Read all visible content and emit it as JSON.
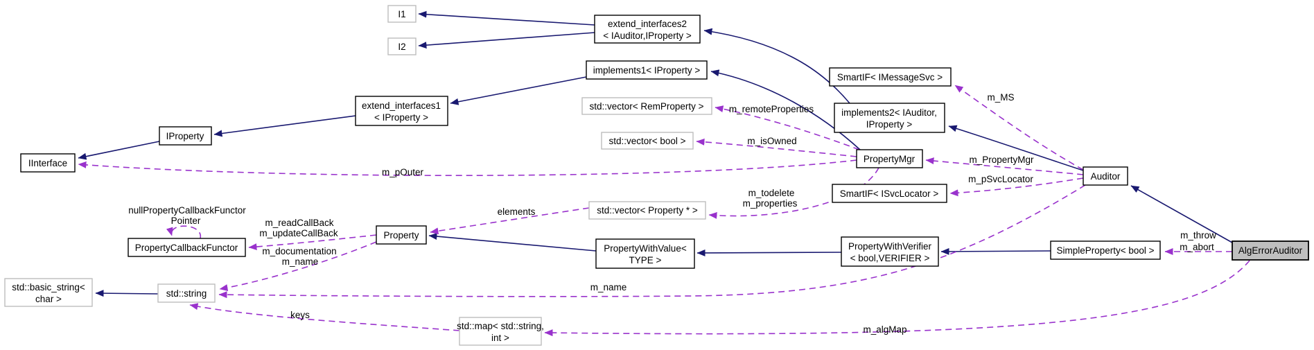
{
  "diagram": {
    "kind": "doxygen-collaboration-graph",
    "focus_class": "AlgErrorAuditor",
    "colors": {
      "inheritance_edge": "#191970",
      "usage_edge": "#9932CC",
      "linked_node_border": "#000000",
      "external_node_border": "#BDBDBD",
      "focus_node_fill": "#BFBFBF",
      "background": "#FFFFFF"
    },
    "nodes": {
      "i1": {
        "line1": "I1"
      },
      "i2": {
        "line1": "I2"
      },
      "extend_interfaces2": {
        "line1": "extend_interfaces2",
        "line2": "< IAuditor,IProperty >"
      },
      "implements1": {
        "line1": "implements1< IProperty >"
      },
      "extend_interfaces1": {
        "line1": "extend_interfaces1",
        "line2": "< IProperty >"
      },
      "iproperty": {
        "line1": "IProperty"
      },
      "iinterface": {
        "line1": "IInterface"
      },
      "vector_remproperty": {
        "line1": "std::vector< RemProperty >"
      },
      "vector_bool": {
        "line1": "std::vector< bool >"
      },
      "smartif_imessagesvc": {
        "line1": "SmartIF< IMessageSvc >"
      },
      "implements2": {
        "line1": "implements2< IAuditor,",
        "line2": "IProperty >"
      },
      "propertymgr": {
        "line1": "PropertyMgr"
      },
      "smartif_isvclocator": {
        "line1": "SmartIF< ISvcLocator >"
      },
      "auditor": {
        "line1": "Auditor"
      },
      "propertycallbackfunctor": {
        "line1": "PropertyCallbackFunctor"
      },
      "property": {
        "line1": "Property"
      },
      "vector_property_ptr": {
        "line1": "std::vector< Property * >"
      },
      "propertywithvalue": {
        "line1": "PropertyWithValue<",
        "line2": "TYPE >"
      },
      "propertywithverifier": {
        "line1": "PropertyWithVerifier",
        "line2": "< bool,VERIFIER >"
      },
      "simpleproperty": {
        "line1": "SimpleProperty< bool >"
      },
      "algerrorauditor": {
        "line1": "AlgErrorAuditor"
      },
      "basic_string": {
        "line1": "std::basic_string<",
        "line2": "char >"
      },
      "std_string": {
        "line1": "std::string"
      },
      "std_map": {
        "line1": "std::map< std::string,",
        "line2": "int >"
      }
    },
    "edge_labels": {
      "m_ms": "m_MS",
      "m_remoteproperties": "m_remoteProperties",
      "m_isowned": "m_isOwned",
      "m_pouter": "m_pOuter",
      "m_propertymgr": "m_PropertyMgr",
      "m_psvclocator": "m_pSvcLocator",
      "m_todelete": "m_todelete",
      "m_properties": "m_properties",
      "elements": "elements",
      "nullfunctor_line1": "nullPropertyCallbackFunctor",
      "nullfunctor_line2": "Pointer",
      "m_readcallback": "m_readCallBack",
      "m_updatecallback": "m_updateCallBack",
      "m_documentation": "m_documentation",
      "m_name_small": "m_name",
      "m_name_long": "m_name",
      "keys": "keys",
      "m_algmap": "m_algMap",
      "m_throw": "m_throw",
      "m_abort": "m_abort"
    }
  }
}
